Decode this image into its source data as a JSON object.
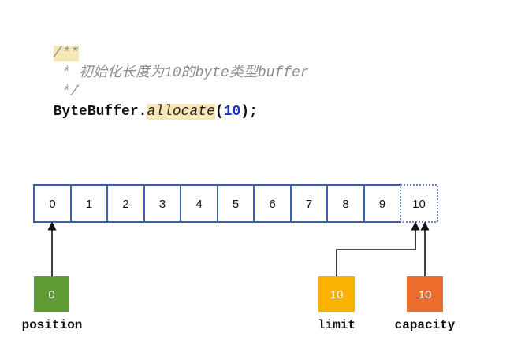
{
  "code": {
    "comment_open": "/**",
    "comment_star": " * ",
    "comment_cjk_1": "初始化长度为",
    "comment_num": "10",
    "comment_cjk_2": "的",
    "comment_word_1": "byte",
    "comment_cjk_3": "类型",
    "comment_word_2": "buffer",
    "comment_close": " */",
    "class_name": "ByteBuffer",
    "dot": ".",
    "method": "allocate",
    "paren_open": "(",
    "arg": "10",
    "paren_close_semicolon": ");"
  },
  "buffer": {
    "cells": [
      "0",
      "1",
      "2",
      "3",
      "4",
      "5",
      "6",
      "7",
      "8",
      "9"
    ],
    "extra_cell": "10"
  },
  "pointers": [
    {
      "name": "position",
      "value": "0",
      "color": "#5e9c33"
    },
    {
      "name": "limit",
      "value": "10",
      "color": "#fbb100"
    },
    {
      "name": "capacity",
      "value": "10",
      "color": "#ec6c2c"
    }
  ],
  "colors": {
    "cell_border": "#3b5fa8",
    "arrow": "#111111"
  }
}
